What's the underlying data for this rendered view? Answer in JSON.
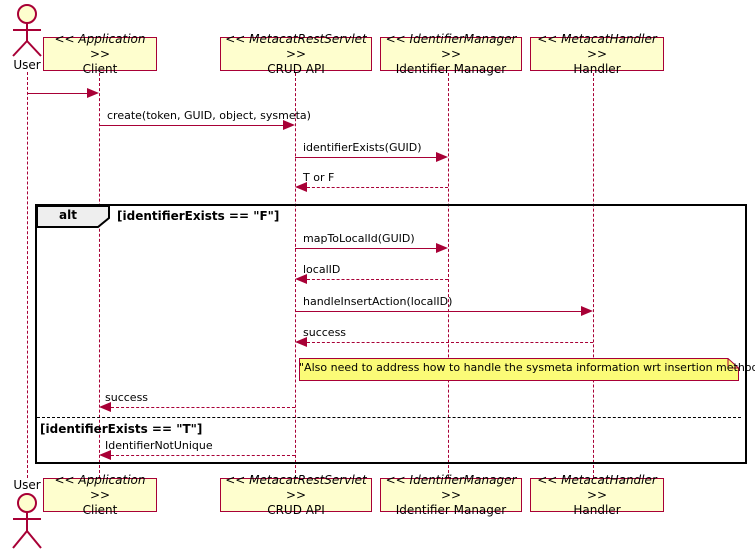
{
  "diagram": {
    "type": "uml-sequence",
    "colors": {
      "participant_fill": "#FEFECE",
      "participant_border": "#A80036",
      "arrow": "#A80036",
      "note_fill": "#FBFB77",
      "note_border": "#A80036",
      "frame_border": "#000000",
      "frame_tab_fill": "#EEEEEE",
      "background": "#FFFFFF"
    },
    "actor": {
      "label": "User"
    },
    "participants": [
      {
        "stereotype": "<< Application >>",
        "name": "Client"
      },
      {
        "stereotype": "<< MetacatRestServlet >>",
        "name": "CRUD API"
      },
      {
        "stereotype": "<< IdentifierManager >>",
        "name": "Identifier Manager"
      },
      {
        "stereotype": "<< MetacatHandler >>",
        "name": "Handler"
      }
    ],
    "messages": [
      {
        "label": "",
        "from": "User",
        "to": "Client",
        "style": "solid"
      },
      {
        "label": "create(token, GUID, object, sysmeta)",
        "from": "Client",
        "to": "CRUD API",
        "style": "solid"
      },
      {
        "label": "identifierExists(GUID)",
        "from": "CRUD API",
        "to": "Identifier Manager",
        "style": "solid"
      },
      {
        "label": "T or F",
        "from": "Identifier Manager",
        "to": "CRUD API",
        "style": "dashed"
      },
      {
        "label": "mapToLocalId(GUID)",
        "from": "CRUD API",
        "to": "Identifier Manager",
        "style": "solid"
      },
      {
        "label": "localID",
        "from": "Identifier Manager",
        "to": "CRUD API",
        "style": "dashed"
      },
      {
        "label": "handleInsertAction(localID)",
        "from": "CRUD API",
        "to": "Handler",
        "style": "solid"
      },
      {
        "label": "success",
        "from": "Handler",
        "to": "CRUD API",
        "style": "dashed"
      },
      {
        "label": "success",
        "from": "CRUD API",
        "to": "Client",
        "style": "dashed"
      },
      {
        "label": "IdentifierNotUnique",
        "from": "CRUD API",
        "to": "Client",
        "style": "dashed"
      }
    ],
    "alt_frame": {
      "keyword": "alt",
      "condition_true": "[identifierExists == \"F\"]",
      "condition_false": "[identifierExists == \"T\"]"
    },
    "note": {
      "text": "\"Also need to address how to handle the sysmeta information wrt insertion methods\""
    }
  }
}
